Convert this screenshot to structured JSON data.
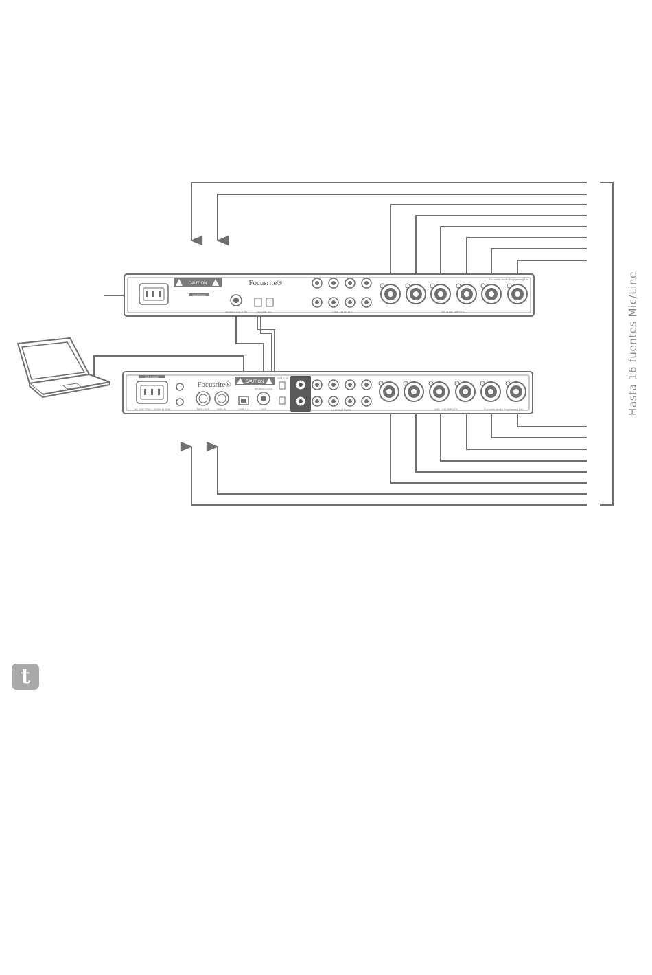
{
  "side_label": "Hasta 16 fuentes  Mic/Line",
  "upper_unit": {
    "brand": "Focusrite®",
    "caution_label": "CAUTION",
    "warning_label": "WARNING",
    "wordclock_label": "WORDCLOCK IN",
    "digital_label": "DIGITAL I/O",
    "line_outputs_label": "LINE OUTPUTS",
    "mic_inputs_label": "MIC LINE INPUTS",
    "maker_label": "Focusrite Audio Engineering Ltd."
  },
  "lower_unit": {
    "brand": "Focusrite®",
    "caution_label": "CAUTION",
    "warning_label": "WARNING",
    "power_label": "AC 100-240V ~ 50/60Hz 30W",
    "midi_out_label": "MIDI OUT",
    "midi_in_label": "MIDI IN",
    "usb_label": "USB 2.0",
    "wordclock_label": "WORDCLOCK",
    "out_label": "OUT",
    "optical_label": "OPTICAL",
    "line_outputs_label": "LINE OUTPUTS",
    "mic_inputs_label": "MIC LINE INPUTS",
    "maker_label": "Focusrite Audio Engineering Ltd."
  },
  "tip_icon": "t",
  "icons": {
    "laptop": "laptop-icon",
    "tip": "tip-icon",
    "arrow": "arrow-up-icon"
  },
  "colors": {
    "line": "#6f6f6f",
    "panel": "#ffffff",
    "detail": "#777777",
    "tip_bg": "#a9a9a9"
  }
}
